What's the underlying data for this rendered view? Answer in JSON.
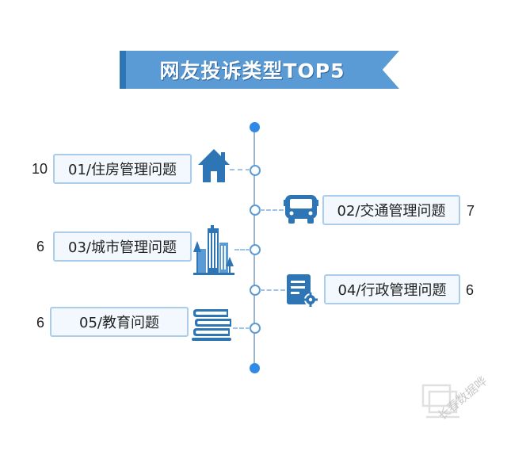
{
  "title": "网友投诉类型TOP5",
  "items": [
    {
      "label": "01/住房管理问题",
      "count": "10",
      "icon": "house-icon"
    },
    {
      "label": "02/交通管理问题",
      "count": "7",
      "icon": "bus-icon"
    },
    {
      "label": "03/城市管理问题",
      "count": "6",
      "icon": "city-buildings-icon"
    },
    {
      "label": "04/行政管理问题",
      "count": "6",
      "icon": "document-gear-icon"
    },
    {
      "label": "05/教育问题",
      "count": "6",
      "icon": "books-icon"
    }
  ],
  "watermark": {
    "text": "长春数据哗",
    "icon": "watermark-logo-icon"
  },
  "colors": {
    "accent": "#2e75b6",
    "banner": "#5b9bd5",
    "box_fill": "#f2f8fd",
    "box_border": "#a9cdea"
  }
}
